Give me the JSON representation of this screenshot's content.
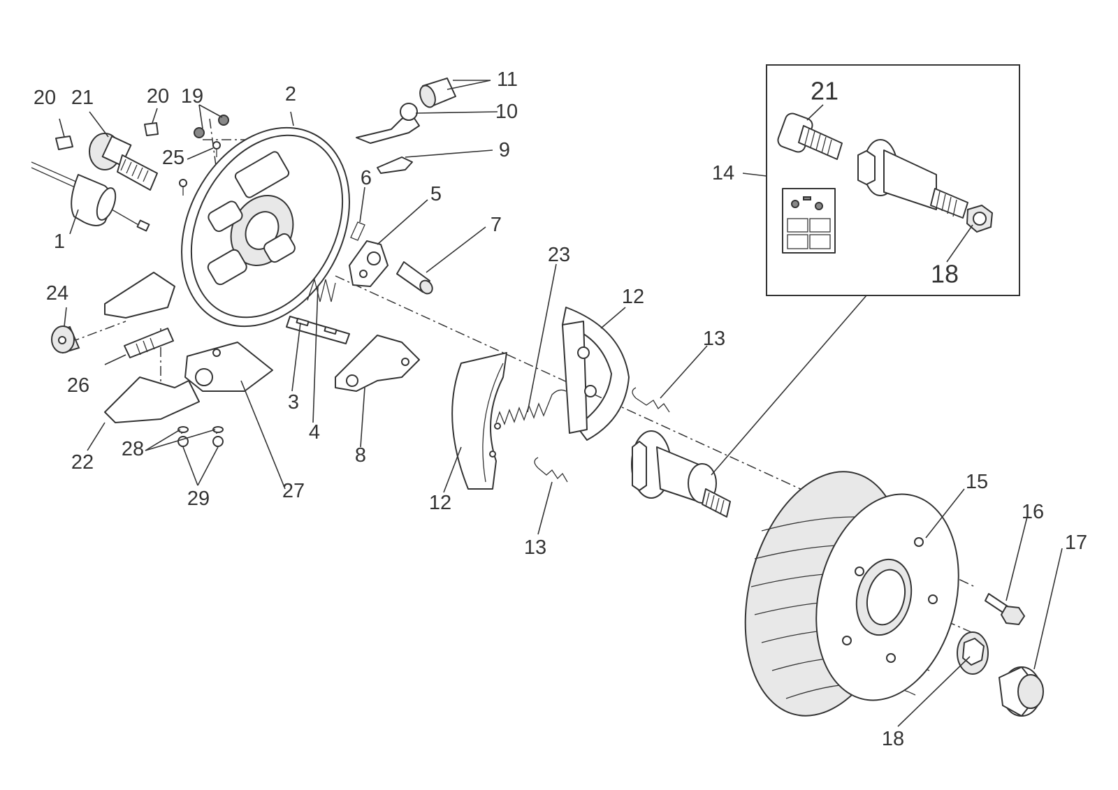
{
  "labels": {
    "l1": "1",
    "l2": "2",
    "l3": "3",
    "l4": "4",
    "l5": "5",
    "l6": "6",
    "l7": "7",
    "l8": "8",
    "l9": "9",
    "l10": "10",
    "l11": "11",
    "l12a": "12",
    "l12b": "12",
    "l13a": "13",
    "l13b": "13",
    "l14": "14",
    "l15": "15",
    "l16": "16",
    "l17": "17",
    "l18a": "18",
    "l18b": "18",
    "l19": "19",
    "l20a": "20",
    "l20b": "20",
    "l21a": "21",
    "l21b": "21",
    "l22": "22",
    "l23": "23",
    "l24": "24",
    "l25": "25",
    "l26": "26",
    "l27": "27",
    "l28": "28",
    "l29": "29"
  }
}
